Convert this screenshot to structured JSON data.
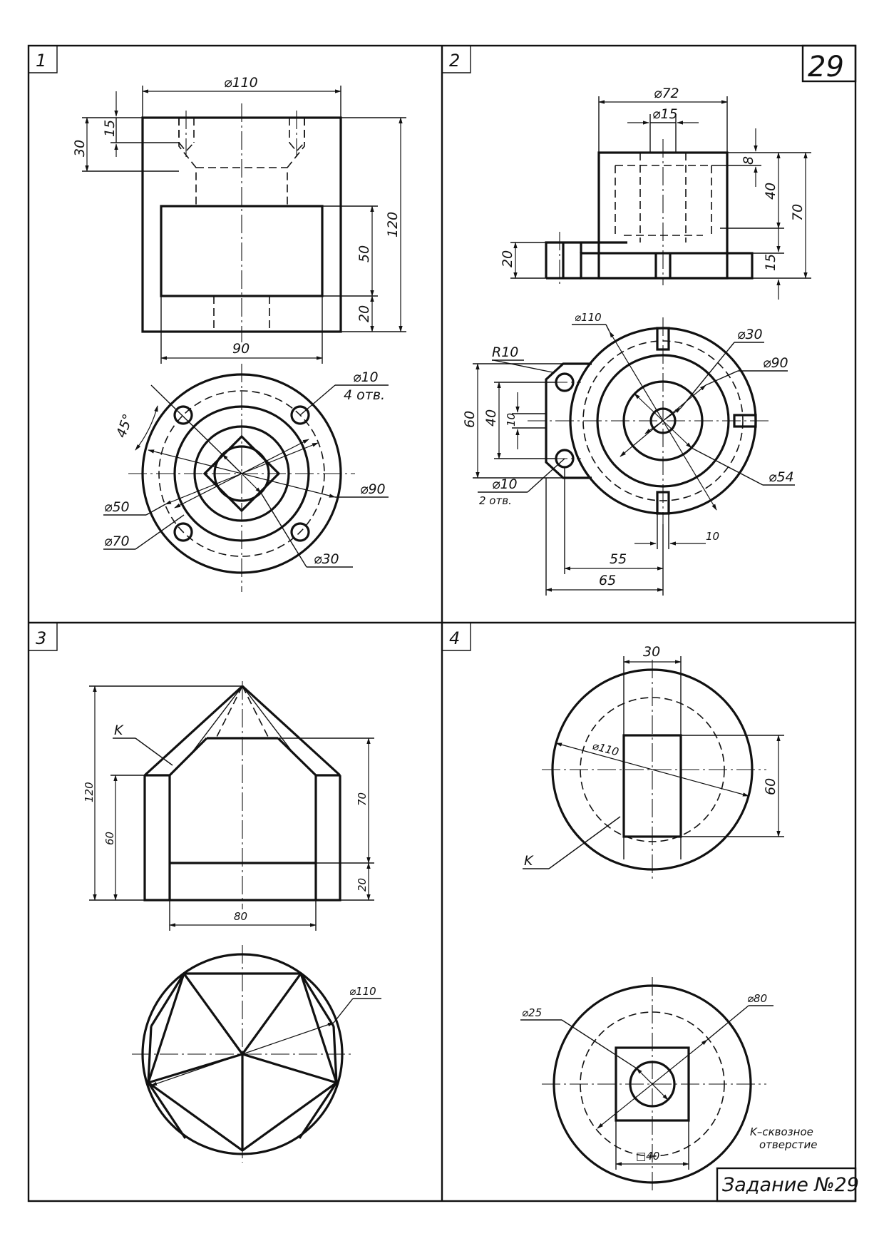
{
  "sheet": {
    "variant_number": "29",
    "task_label": "Задание №29"
  },
  "panels": [
    {
      "number": "1",
      "dims": {
        "d110": "⌀110",
        "d30_top": "30",
        "d15": "15",
        "d120": "120",
        "d50": "50",
        "d20": "20",
        "d90_w": "90",
        "d10": "⌀10",
        "holes4": "4 отв.",
        "angle45": "45°",
        "d50c": "⌀50",
        "d70c": "⌀70",
        "d90c": "⌀90",
        "d30c": "⌀30"
      }
    },
    {
      "number": "2",
      "dims": {
        "d72": "⌀72",
        "d15": "⌀15",
        "h8": "8",
        "h40": "40",
        "h70": "70",
        "h15": "15",
        "h20": "20",
        "d110": "⌀110",
        "d30": "⌀30",
        "d90": "⌀90",
        "r10": "R10",
        "w60": "60",
        "w40": "40",
        "w10v": "10",
        "d10": "⌀10",
        "holes2": "2 отв.",
        "d54": "⌀54",
        "w10h": "10",
        "w55": "55",
        "w65": "65"
      }
    },
    {
      "number": "3",
      "dims": {
        "k": "K",
        "h120": "120",
        "h60": "60",
        "h70": "70",
        "h20": "20",
        "w80": "80",
        "d110": "⌀110"
      }
    },
    {
      "number": "4",
      "dims": {
        "w30": "30",
        "d110": "⌀110",
        "h60": "60",
        "k": "K",
        "d25": "⌀25",
        "d80": "⌀80",
        "sq40": "□40",
        "note_line1": "K–сквозное",
        "note_line2": "отверстие"
      }
    }
  ]
}
